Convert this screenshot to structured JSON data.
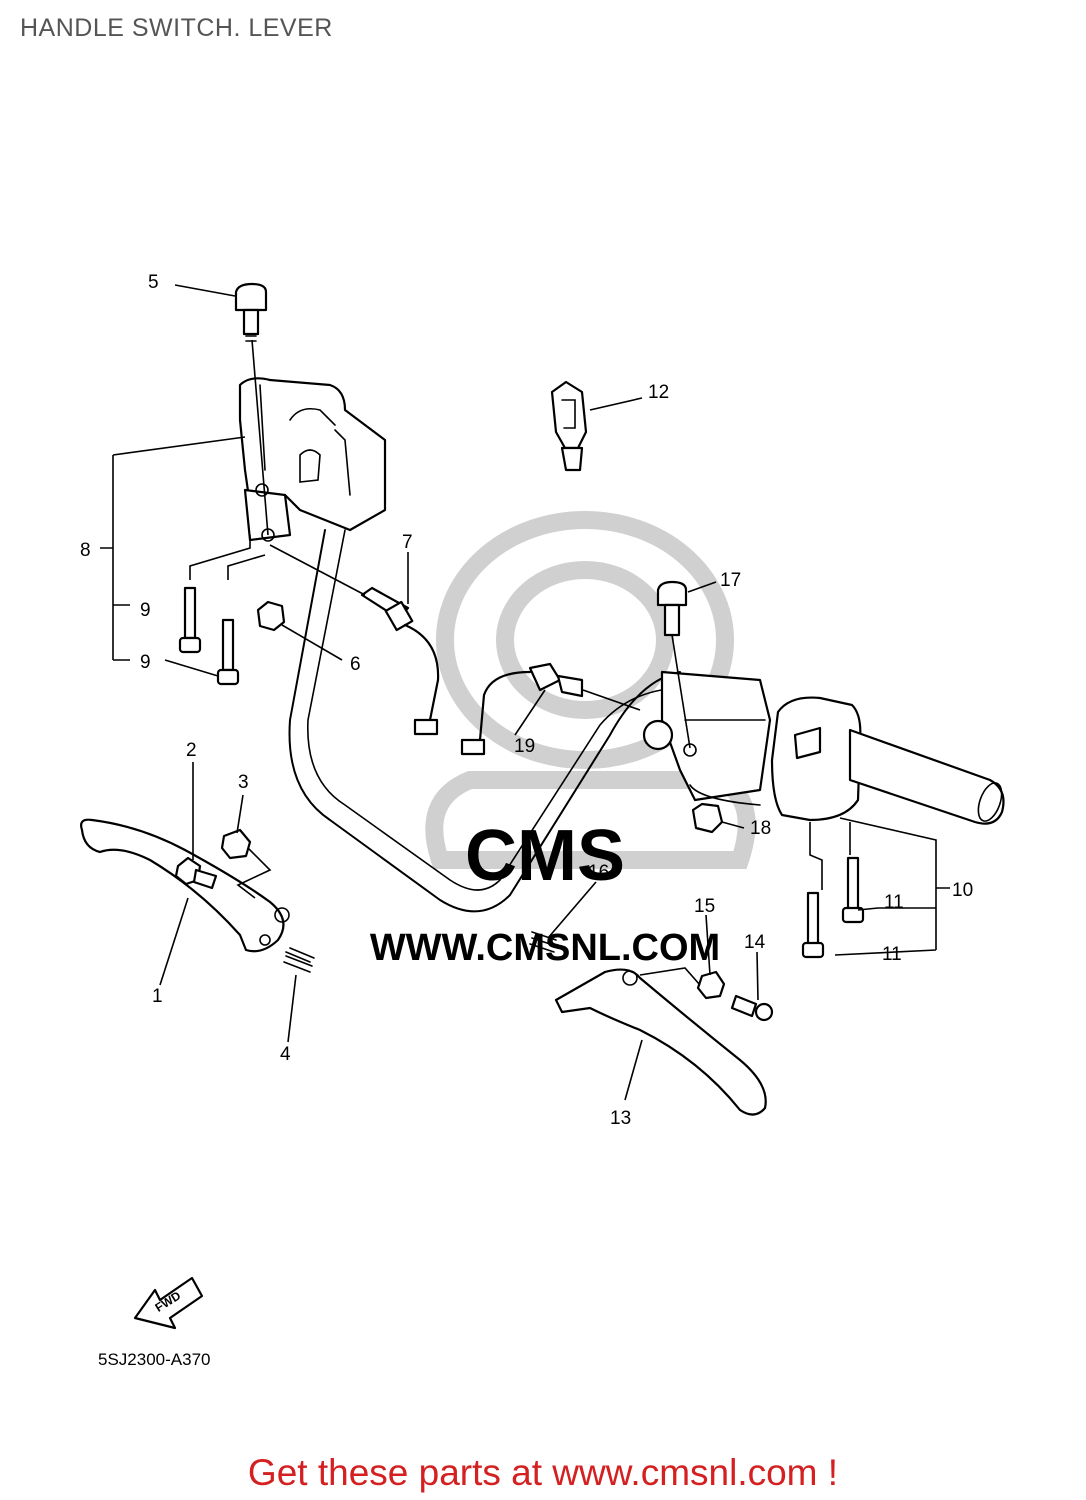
{
  "title": "HANDLE SWITCH. LEVER",
  "diagram_code": "5SJ2300-A370",
  "watermark_text": "WWW.CMSNL.COM",
  "fwd_label": "FWD",
  "promo_text": "Get these parts at www.cmsnl.com !",
  "colors": {
    "promo": "#d42020",
    "title": "#555555",
    "watermark": "#d0d0d0"
  },
  "callouts": [
    "1",
    "2",
    "3",
    "4",
    "5",
    "6",
    "7",
    "8",
    "9",
    "9",
    "10",
    "11",
    "11",
    "12",
    "13",
    "14",
    "15",
    "16",
    "17",
    "18",
    "19"
  ]
}
